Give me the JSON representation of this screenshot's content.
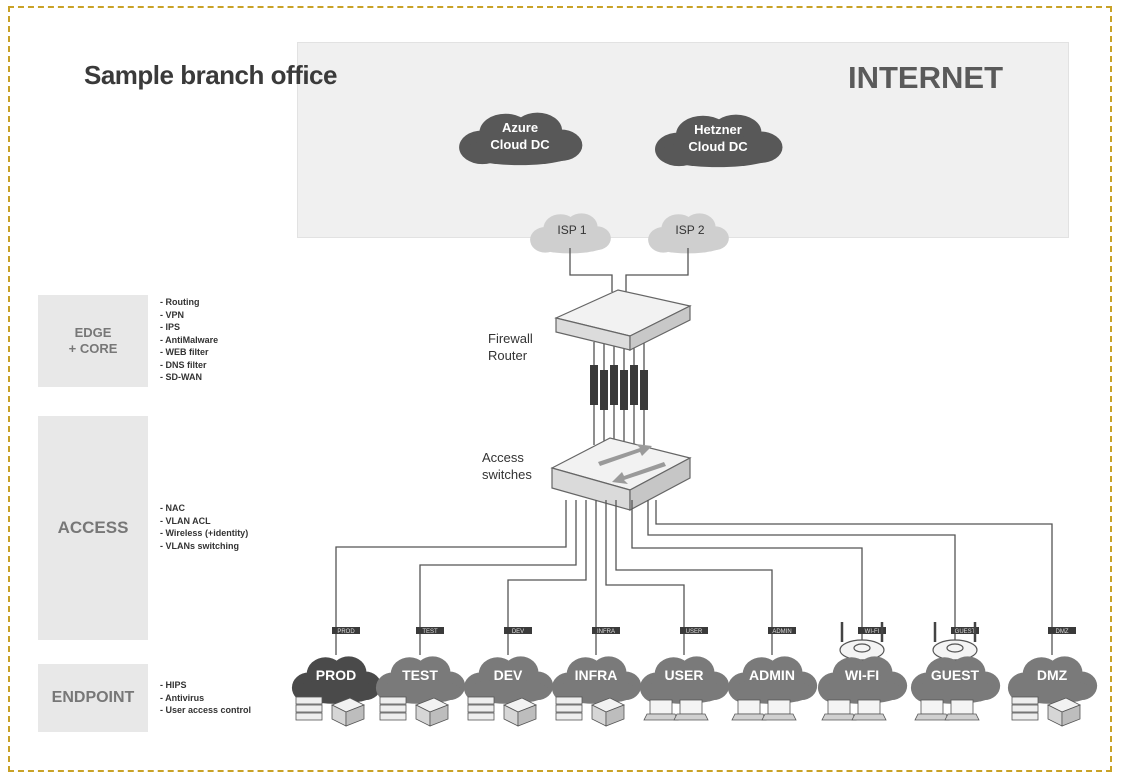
{
  "title": "Sample branch office",
  "internet_label": "INTERNET",
  "clouds": [
    {
      "line1": "Azure",
      "line2": "Cloud DC"
    },
    {
      "line1": "Hetzner",
      "line2": "Cloud DC"
    }
  ],
  "isps": [
    "ISP 1",
    "ISP 2"
  ],
  "firewall": {
    "line1": "Firewall",
    "line2": "Router"
  },
  "switches": {
    "line1": "Access",
    "line2": "switches"
  },
  "layers": [
    {
      "name_line1": "EDGE",
      "name_line2": "+ CORE",
      "features": [
        "- Routing",
        "- VPN",
        "- IPS",
        "- AntiMalware",
        "- WEB filter",
        "- DNS filter",
        "- SD-WAN"
      ]
    },
    {
      "name_line1": "ACCESS",
      "name_line2": "",
      "features": [
        "- NAC",
        "- VLAN ACL",
        "- Wireless (+identity)",
        "- VLANs switching"
      ]
    },
    {
      "name_line1": "ENDPOINT",
      "name_line2": "",
      "features": [
        "- HIPS",
        "- Antivirus",
        "- User access control"
      ]
    }
  ],
  "segments": [
    {
      "name": "PROD",
      "tag": "PROD",
      "device": "servers"
    },
    {
      "name": "TEST",
      "tag": "TEST",
      "device": "servers"
    },
    {
      "name": "DEV",
      "tag": "DEV",
      "device": "servers"
    },
    {
      "name": "INFRA",
      "tag": "INFRA",
      "device": "servers"
    },
    {
      "name": "USER",
      "tag": "USER",
      "device": "laptops"
    },
    {
      "name": "ADMIN",
      "tag": "ADMIN",
      "device": "laptops"
    },
    {
      "name": "WI-FI",
      "tag": "WI-FI",
      "device": "wireless"
    },
    {
      "name": "GUEST",
      "tag": "GUEST",
      "device": "wireless"
    },
    {
      "name": "DMZ",
      "tag": "DMZ",
      "device": "servers"
    }
  ],
  "colors": {
    "frame": "#c9a227",
    "internet_bg": "#f0f0f0",
    "cloud_dark": "#585858",
    "isp_cloud": "#cfcfcf",
    "segment_cloud": "#7a7a7a",
    "prod_cloud": "#4a4a4a",
    "layer_bg": "#e8e8e8",
    "line": "#555555"
  }
}
